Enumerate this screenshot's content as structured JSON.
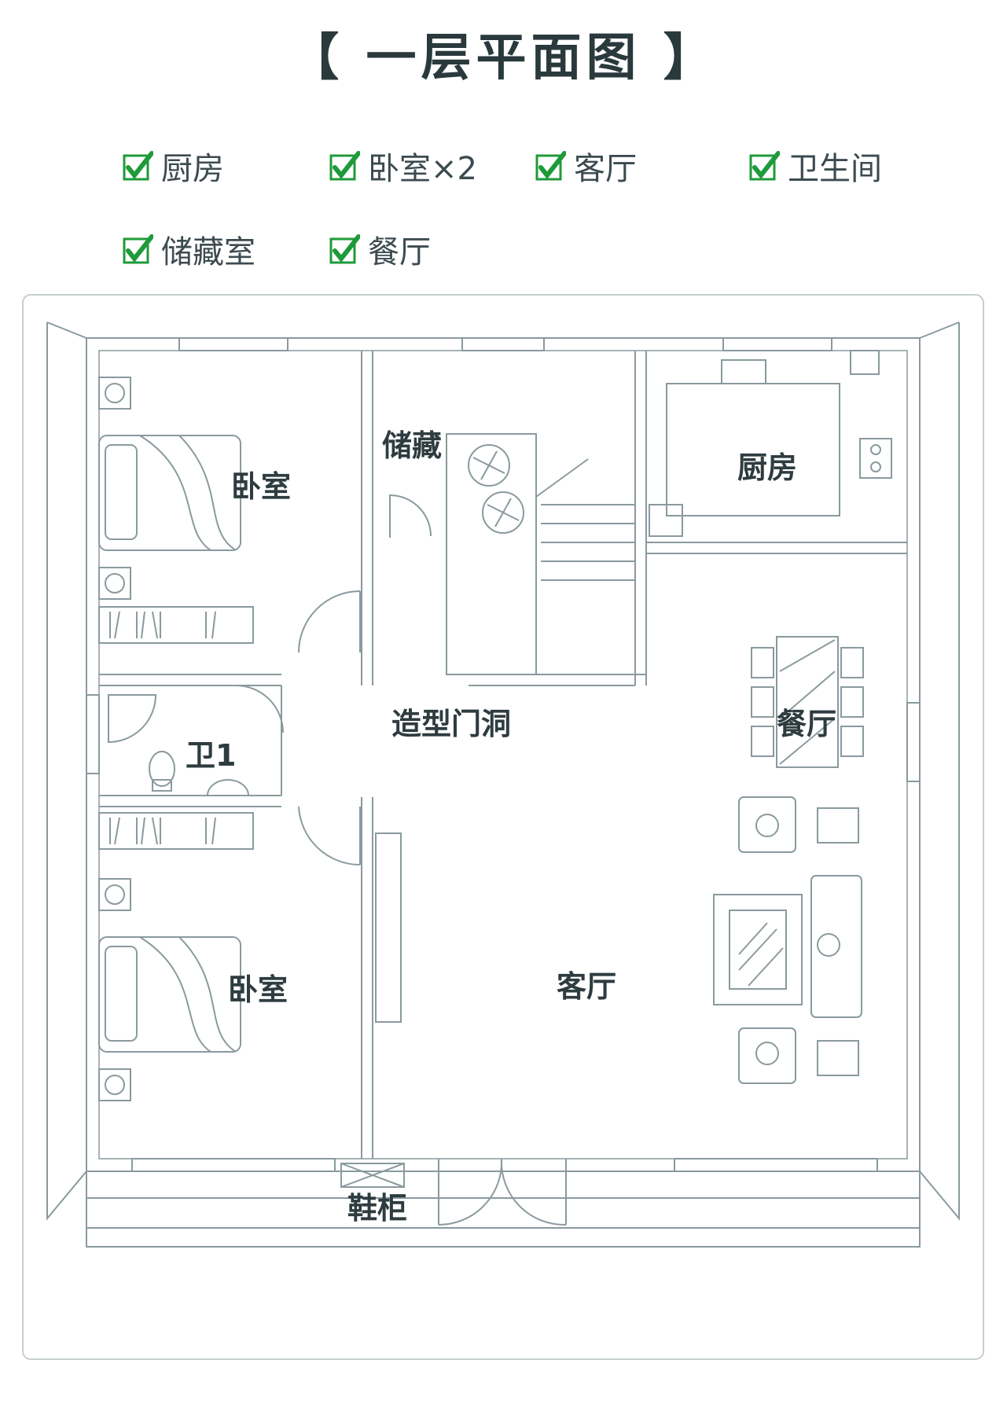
{
  "title": "【 一层平面图 】",
  "features": [
    {
      "label": "厨房",
      "icon": "checkmark-icon"
    },
    {
      "label": "卧室×2",
      "icon": "checkmark-icon"
    },
    {
      "label": "客厅",
      "icon": "checkmark-icon"
    },
    {
      "label": "卫生间",
      "icon": "checkmark-icon"
    },
    {
      "label": "储藏室",
      "icon": "checkmark-icon"
    },
    {
      "label": "餐厅",
      "icon": "checkmark-icon"
    }
  ],
  "rooms": {
    "bedroom_top": "卧室",
    "storage": "储藏",
    "kitchen": "厨房",
    "arch_door": "造型门洞",
    "dining": "餐厅",
    "bathroom": "卫1",
    "bedroom_bottom": "卧室",
    "living": "客厅",
    "shoe_cabinet": "鞋柜"
  },
  "colors": {
    "line": "#8a9a9e",
    "text": "#2e3c40",
    "check_green": "#1f9a3a"
  }
}
